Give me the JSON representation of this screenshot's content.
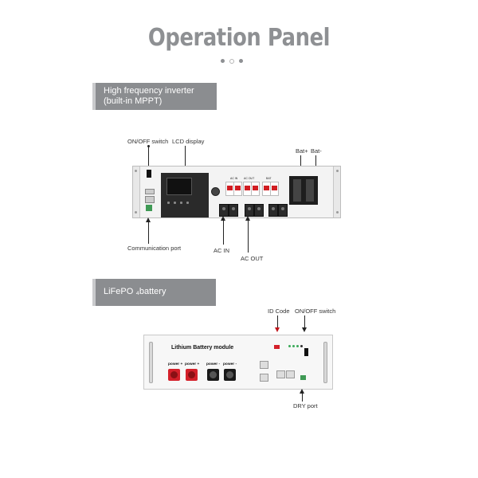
{
  "page": {
    "title": "Operation Panel",
    "carousel": {
      "dots": 3,
      "active_index": 1
    }
  },
  "inverter_section": {
    "header_line1": "High frequency inverter",
    "header_line2": "(built-in MPPT)",
    "callouts": {
      "onoff_switch": "ON/OFF switch",
      "lcd_display": "LCD display",
      "bat_plus": "Bat+",
      "bat_minus": "Bat-",
      "communication_port": "Communication port",
      "ac_in": "AC IN",
      "ac_out": "AC OUT"
    },
    "panel_labels": {
      "ac_in": "AC IN",
      "ac_out": "AC OUT",
      "bat": "BAT"
    }
  },
  "battery_section": {
    "header": "LiFePO ₄battery",
    "module_title": "Lithium Battery module",
    "callouts": {
      "id_code": "ID Code",
      "onoff_switch": "ON/OFF switch",
      "dry_port": "DRY port"
    },
    "terminals": [
      {
        "label": "power +",
        "color": "#d4202a"
      },
      {
        "label": "power +",
        "color": "#d4202a"
      },
      {
        "label": "power -",
        "color": "#1a1a1a"
      },
      {
        "label": "power -",
        "color": "#1a1a1a"
      }
    ]
  },
  "colors": {
    "title_gray": "#8e9093",
    "header_gray": "#8b8d90",
    "accent_red": "#c0141b"
  }
}
